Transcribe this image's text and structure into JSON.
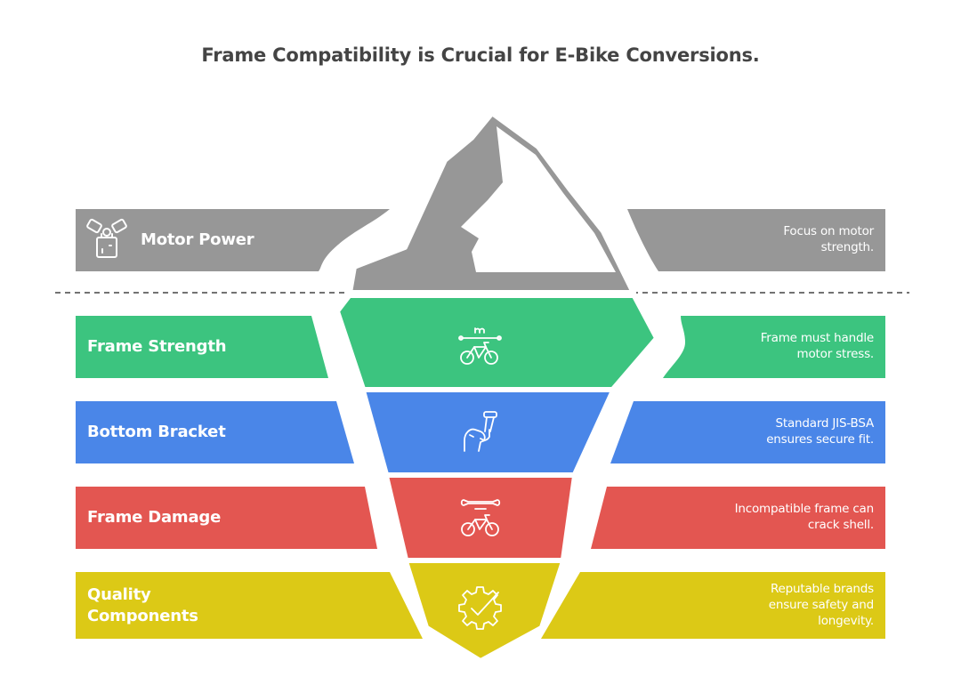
{
  "title": "Frame Compatibility is Crucial for E-Bike Conversions.",
  "colors": {
    "motor": "#979797",
    "strength": "#3cc47f",
    "bracket": "#4a86e8",
    "damage": "#e35651",
    "quality": "#dcc916",
    "outline": "#ffffff",
    "dashed": "#444444"
  },
  "above_water": [
    {
      "label": "Motor Power",
      "description": "Focus on motor strength.",
      "description_lines": [
        "Focus on motor",
        "strength."
      ],
      "icon": "engine-icon"
    }
  ],
  "below_water": [
    {
      "label": "Frame Strength",
      "description_lines": [
        "Frame must handle",
        "motor stress."
      ],
      "icon": "bike-motor-icon"
    },
    {
      "label": "Bottom Bracket",
      "description_lines": [
        "Standard JIS-BSA",
        "ensures secure fit."
      ],
      "icon": "wrench-hand-icon"
    },
    {
      "label": "Frame Damage",
      "description_lines": [
        "Incompatible frame can",
        "crack shell."
      ],
      "icon": "bike-repair-icon"
    },
    {
      "label_lines": [
        "Quality",
        "Components"
      ],
      "description_lines": [
        "Reputable brands",
        "ensure safety and",
        "longevity."
      ],
      "icon": "quality-gear-icon"
    }
  ]
}
